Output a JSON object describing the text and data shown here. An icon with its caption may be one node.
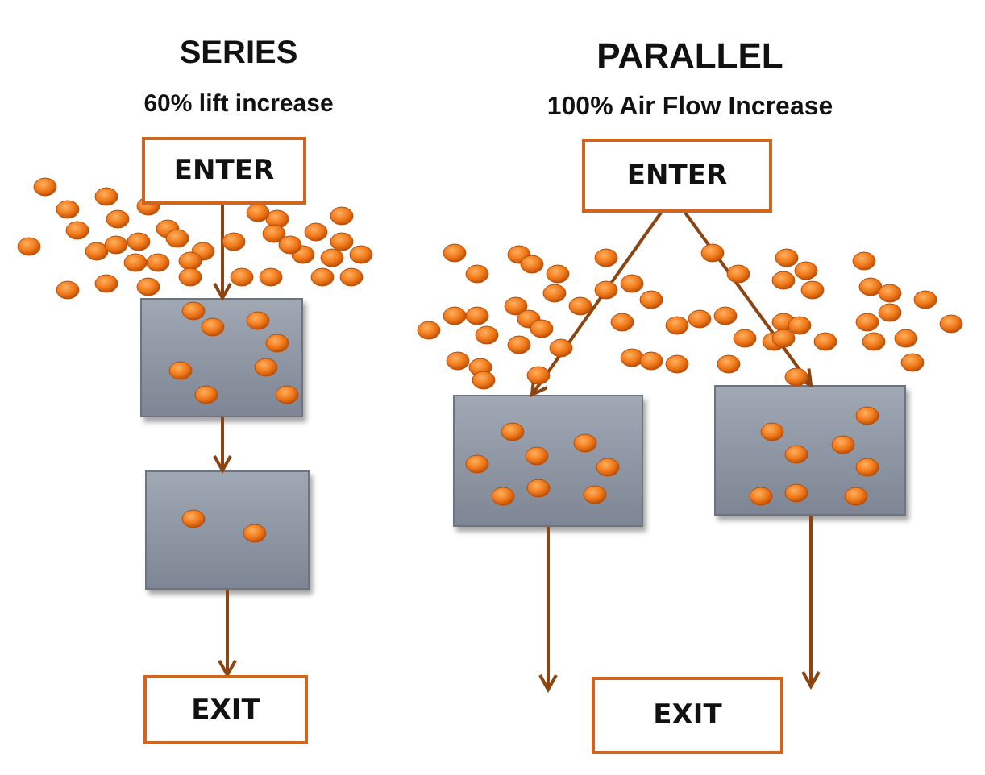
{
  "diagram": {
    "nodes": [
      {
        "text": [
          "ENTER"
        ]
      },
      {
        "text": [],
        "shape": "box"
      },
      {
        "text": [],
        "shape": "box"
      },
      {
        "text": [
          "EXIT"
        ]
      },
      {
        "text": [
          "ENTER"
        ]
      },
      {
        "text": [],
        "shape": "box"
      },
      {
        "text": [],
        "shape": "box"
      },
      {
        "text": [
          "EXIT"
        ]
      }
    ],
    "edges": [
      {
        "from": 0,
        "to": 1,
        "arrow": "to"
      },
      {
        "from": 1,
        "to": 2,
        "arrow": "to"
      },
      {
        "from": 2,
        "to": 3,
        "arrow": "to"
      },
      {
        "from": 4,
        "to": 5,
        "arrow": "to"
      },
      {
        "from": 4,
        "to": 6,
        "arrow": "to"
      },
      {
        "from": 5,
        "to": 7,
        "arrow": "to"
      },
      {
        "from": 6,
        "to": 7,
        "arrow": "to"
      }
    ],
    "labels": [
      "SERIES",
      "PARALLEL",
      "60% lift increase",
      "100% Air Flow Increase"
    ]
  }
}
